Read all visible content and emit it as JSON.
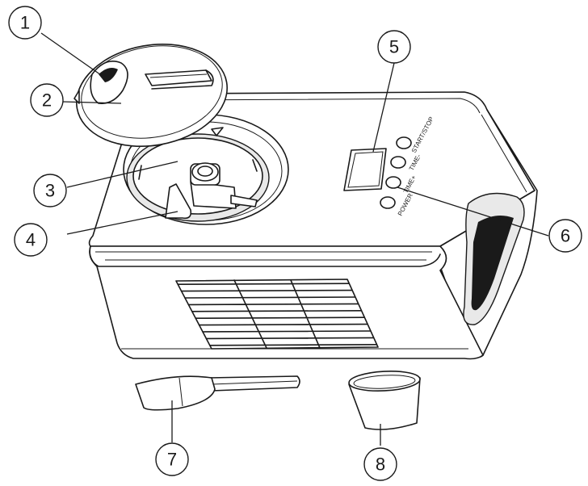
{
  "callouts": [
    {
      "number": "1"
    },
    {
      "number": "2"
    },
    {
      "number": "3"
    },
    {
      "number": "4"
    },
    {
      "number": "5"
    },
    {
      "number": "6"
    },
    {
      "number": "7"
    },
    {
      "number": "8"
    }
  ],
  "control_panel": {
    "start_stop_label": "START/STOP",
    "time_minus_label": "TIME-",
    "time_plus_label": "TIME+",
    "power_label": "POWER"
  },
  "colors": {
    "line": "#1a1a1a",
    "background": "#ffffff"
  }
}
